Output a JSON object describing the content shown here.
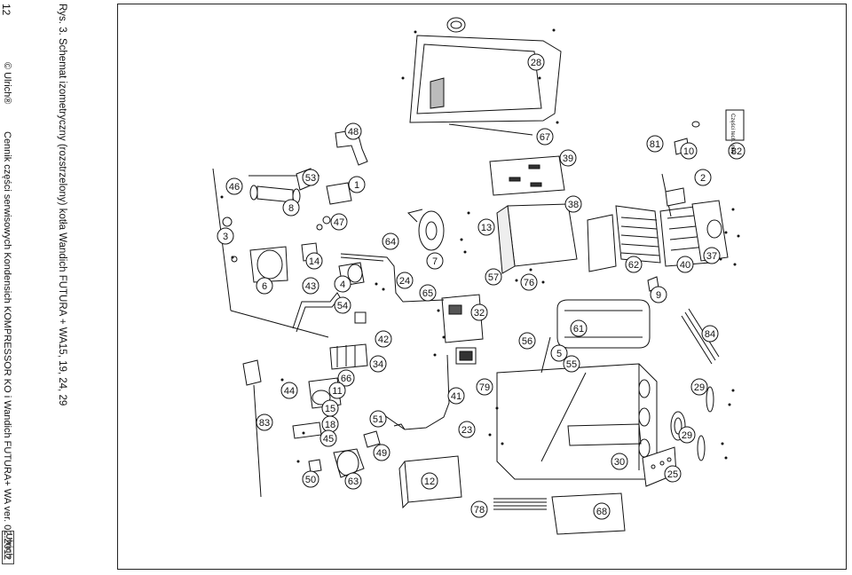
{
  "page": {
    "number": "12",
    "caption": "Rys. 3.  Schemat izometryczny (rozstrzelony) kotła Wandich FUTURA + WA15, 19, 24, 29",
    "footer_copyright": "© Ulrich®",
    "footer_title": "Cennik części serwisowych Kondensich KOMPRESSOR KO i Wandich FUTURA+ WA   ver. 02.2012",
    "logo_text": "Ulrich"
  },
  "diagram": {
    "tag_label": "Części tech. inne",
    "callouts": [
      "28",
      "67",
      "39",
      "38",
      "81",
      "10",
      "82",
      "2",
      "37",
      "40",
      "62",
      "9",
      "84",
      "29",
      "29",
      "30",
      "25",
      "68",
      "78",
      "12",
      "23",
      "41",
      "79",
      "55",
      "5",
      "56",
      "61",
      "76",
      "57",
      "13",
      "7",
      "64",
      "24",
      "65",
      "32",
      "42",
      "34",
      "66",
      "11",
      "15",
      "18",
      "45",
      "51",
      "49",
      "63",
      "50",
      "44",
      "83",
      "3",
      "46",
      "8",
      "53",
      "48",
      "1",
      "47",
      "14",
      "43",
      "4",
      "6",
      "54"
    ]
  }
}
